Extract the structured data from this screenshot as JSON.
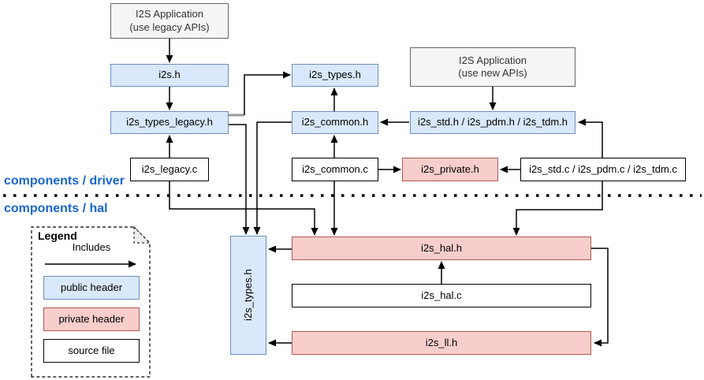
{
  "diagram": {
    "title_hint": "I2S driver file dependency diagram",
    "sections": {
      "driver": {
        "label": "components / driver"
      },
      "hal": {
        "label": "components / hal"
      }
    },
    "nodes": {
      "app_legacy": {
        "line1": "I2S Application",
        "line2": "(use legacy APIs)",
        "type": "application"
      },
      "i2s_h": {
        "label": "i2s.h",
        "type": "public header"
      },
      "i2s_types_legacy_h": {
        "label": "i2s_types_legacy.h",
        "type": "public header"
      },
      "i2s_legacy_c": {
        "label": "i2s_legacy.c",
        "type": "source file"
      },
      "i2s_types_h_driver": {
        "label": "i2s_types.h",
        "type": "public header"
      },
      "i2s_common_h": {
        "label": "i2s_common.h",
        "type": "public header"
      },
      "i2s_common_c": {
        "label": "i2s_common.c",
        "type": "source file"
      },
      "i2s_private_h": {
        "label": "i2s_private.h",
        "type": "private header"
      },
      "app_new": {
        "line1": "I2S Application",
        "line2": "(use new APIs)",
        "type": "application"
      },
      "i2s_std_pdm_tdm_h": {
        "label": "i2s_std.h / i2s_pdm.h / i2s_tdm.h",
        "type": "public header"
      },
      "i2s_std_pdm_tdm_c": {
        "label": "i2s_std.c / i2s_pdm.c / i2s_tdm.c",
        "type": "source file"
      },
      "i2s_types_h_hal": {
        "label": "i2s_types.h",
        "type": "public header"
      },
      "i2s_hal_h": {
        "label": "i2s_hal.h",
        "type": "private header"
      },
      "i2s_hal_c": {
        "label": "i2s_hal.c",
        "type": "source file"
      },
      "i2s_ll_h": {
        "label": "i2s_ll.h",
        "type": "private header"
      }
    },
    "edges": [
      {
        "from": "I2S Application (use legacy APIs)",
        "to": "i2s.h"
      },
      {
        "from": "i2s.h",
        "to": "i2s_types_legacy.h"
      },
      {
        "from": "i2s_legacy.c",
        "to": "i2s_types_legacy.h"
      },
      {
        "from": "i2s_types_legacy.h",
        "to": "i2s_types.h (driver)"
      },
      {
        "from": "i2s_common.c",
        "to": "i2s_common.h"
      },
      {
        "from": "i2s_common.h",
        "to": "i2s_types.h (driver)"
      },
      {
        "from": "i2s_std.h / i2s_pdm.h / i2s_tdm.h",
        "to": "i2s_common.h"
      },
      {
        "from": "I2S Application (use new APIs)",
        "to": "i2s_std.h / i2s_pdm.h / i2s_tdm.h"
      },
      {
        "from": "i2s_std.c / i2s_pdm.c / i2s_tdm.c",
        "to": "i2s_std.h / i2s_pdm.h / i2s_tdm.h"
      },
      {
        "from": "i2s_common.c",
        "to": "i2s_private.h"
      },
      {
        "from": "i2s_std.c / i2s_pdm.c / i2s_tdm.c",
        "to": "i2s_private.h"
      },
      {
        "from": "i2s_types_legacy.h",
        "to": "i2s_types.h (hal)"
      },
      {
        "from": "i2s_common.h",
        "to": "i2s_types.h (hal)"
      },
      {
        "from": "i2s_legacy.c",
        "to": "i2s_hal.h"
      },
      {
        "from": "i2s_common.c",
        "to": "i2s_hal.h"
      },
      {
        "from": "i2s_std.c / i2s_pdm.c / i2s_tdm.c",
        "to": "i2s_hal.h"
      },
      {
        "from": "i2s_hal.h",
        "to": "i2s_types.h (hal)"
      },
      {
        "from": "i2s_ll.h",
        "to": "i2s_types.h (hal)"
      },
      {
        "from": "i2s_hal.c",
        "to": "i2s_hal.h"
      },
      {
        "from": "i2s_hal.h",
        "to": "i2s_ll.h"
      }
    ],
    "legend": {
      "title": "Legend",
      "includes_label": "Includes",
      "items": [
        {
          "label": "public header",
          "type": "public"
        },
        {
          "label": "private header",
          "type": "private"
        },
        {
          "label": "source file",
          "type": "source"
        }
      ]
    },
    "colors": {
      "public_fill": "#dae8fc",
      "public_border": "#6c8ebf",
      "private_fill": "#f8cecc",
      "private_border": "#b85450",
      "source_fill": "#ffffff",
      "source_border": "#000000",
      "app_fill": "#f5f5f5",
      "app_border": "#666666",
      "section_label_text": "#1766d1",
      "edge_stroke": "#000000"
    }
  }
}
